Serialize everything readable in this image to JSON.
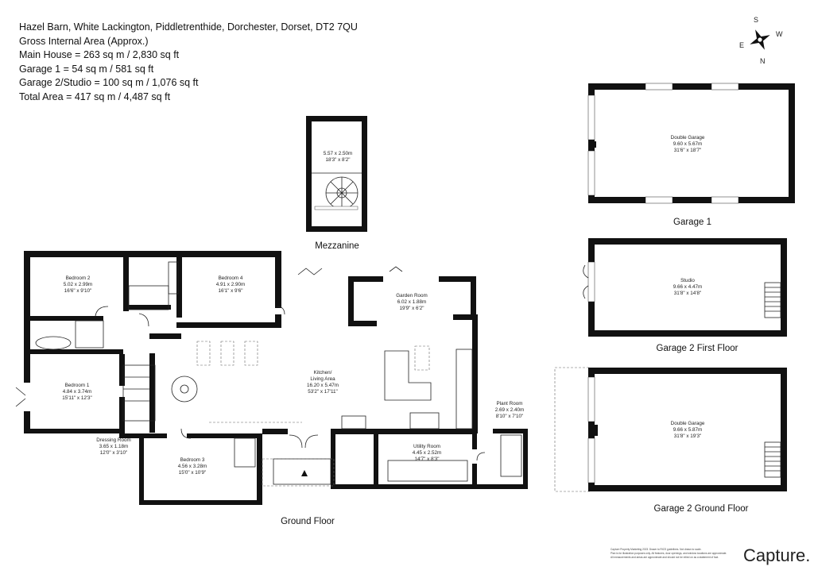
{
  "header": {
    "address": "Hazel Barn, White Lackington, Piddletrenthide, Dorchester, Dorset, DT2 7QU",
    "gia": "Gross Internal Area (Approx.)",
    "main_house": "Main House = 263 sq m / 2,830 sq ft",
    "garage1": "Garage 1 = 54 sq m / 581 sq ft",
    "garage2": "Garage 2/Studio = 100 sq m / 1,076 sq ft",
    "total": "Total Area = 417 sq m / 4,487 sq ft"
  },
  "compass": {
    "n": "N",
    "s": "S",
    "e": "E",
    "w": "W"
  },
  "floors": {
    "mezzanine": "Mezzanine",
    "ground": "Ground Floor",
    "garage1": "Garage 1",
    "garage2_first": "Garage 2 First Floor",
    "garage2_ground": "Garage 2 Ground Floor"
  },
  "rooms": {
    "mezz": {
      "m": "5.57 x 2.50m",
      "ft": "18'3\" x 8'2\""
    },
    "bed2": {
      "name": "Bedroom 2",
      "m": "5.02 x 2.99m",
      "ft": "16'6\" x 9'10\""
    },
    "bed4": {
      "name": "Bedroom 4",
      "m": "4.91 x 2.90m",
      "ft": "16'1\" x 9'6\""
    },
    "bed1": {
      "name": "Bedroom 1",
      "m": "4.84 x 3.74m",
      "ft": "15'11\" x 12'3\""
    },
    "garden": {
      "name": "Garden Room",
      "m": "6.02 x 1.88m",
      "ft": "19'9\" x 6'2\""
    },
    "kitchen": {
      "name1": "Kitchen/",
      "name2": "Living Area",
      "m": "16.20 x 5.47m",
      "ft": "53'2\" x 17'11\""
    },
    "plant": {
      "name": "Plant Room",
      "m": "2.69 x 2.40m",
      "ft": "8'10\" x 7'10\""
    },
    "dressing": {
      "name": "Dressing Room",
      "m": "3.65 x 1.18m",
      "ft": "12'0\" x 3'10\""
    },
    "bed3": {
      "name": "Bedroom 3",
      "m": "4.56 x 3.28m",
      "ft": "15'0\" x 10'9\""
    },
    "utility": {
      "name": "Utility Room",
      "m": "4.45 x 2.52m",
      "ft": "14'7\" x 8'3\""
    },
    "dgarage1": {
      "name": "Double Garage",
      "m": "9.60 x 5.67m",
      "ft": "31'6\" x 18'7\""
    },
    "studio": {
      "name": "Studio",
      "m": "9.66 x 4.47m",
      "ft": "31'8\" x 14'8\""
    },
    "dgarage2": {
      "name": "Double Garage",
      "m": "9.66 x 5.87m",
      "ft": "31'8\" x 19'3\""
    }
  },
  "footer": {
    "brand": "Capture.",
    "fine1": "Capture Property Marketing 2023. Drawn to RICS guidelines. Not drawn to scale.",
    "fine2": "Plan is for illustration purposes only. All features, door openings, and window locations are approximate.",
    "fine3": "All measurements and areas are approximate and should not be relied on as a statement of fact."
  },
  "colors": {
    "walls": "#111111",
    "text": "#222222",
    "background": "#ffffff"
  }
}
